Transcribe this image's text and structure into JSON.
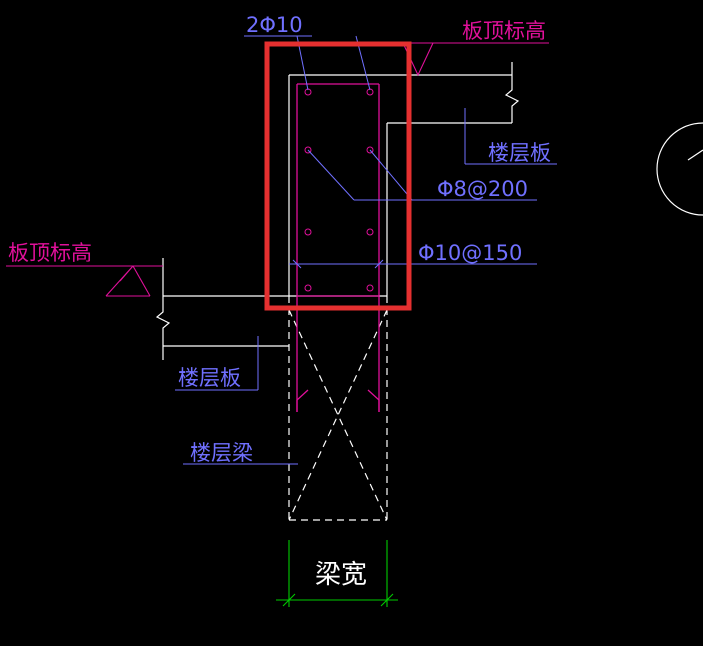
{
  "labels": {
    "top_rebar": "2Φ10",
    "slab_top_elev_right": "板顶标高",
    "floor_slab_right": "楼层板",
    "stirrup_spec": "Φ8@200",
    "slab_top_elev_left": "板顶标高",
    "distribution_bar": "Φ10@150",
    "floor_slab_left": "楼层板",
    "floor_beam": "楼层梁",
    "beam_width": "梁宽"
  },
  "colors": {
    "background": "#000000",
    "magenta": "#e0109a",
    "blue": "#7070ff",
    "white": "#ffffff",
    "green": "#00cc00",
    "highlight_red": "#e53030"
  }
}
